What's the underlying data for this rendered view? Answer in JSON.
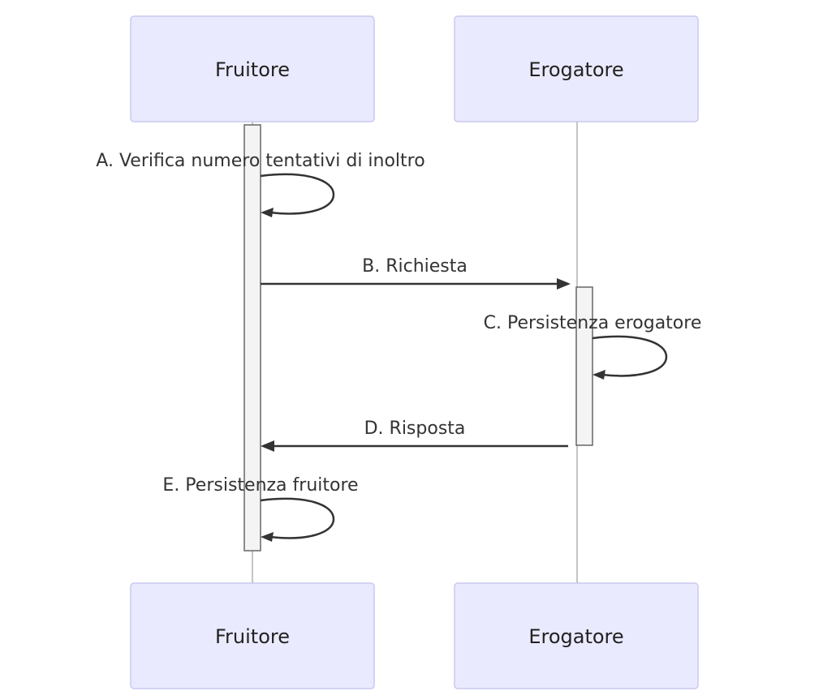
{
  "participants": {
    "fruitore": "Fruitore",
    "erogatore": "Erogatore"
  },
  "messages": [
    {
      "id": "A",
      "text": "A. Verifica numero tentativi di inoltro",
      "from": "fruitore",
      "to": "fruitore"
    },
    {
      "id": "B",
      "text": "B. Richiesta",
      "from": "fruitore",
      "to": "erogatore"
    },
    {
      "id": "C",
      "text": "C. Persistenza erogatore",
      "from": "erogatore",
      "to": "erogatore"
    },
    {
      "id": "D",
      "text": "D. Risposta",
      "from": "erogatore",
      "to": "fruitore"
    },
    {
      "id": "E",
      "text": "E. Persistenza fruitore",
      "from": "fruitore",
      "to": "fruitore"
    }
  ],
  "colors": {
    "actor_fill": "#eaeaff",
    "actor_stroke": "#c9c9f0",
    "line": "#333333",
    "activation_fill": "#f4f4f4"
  }
}
